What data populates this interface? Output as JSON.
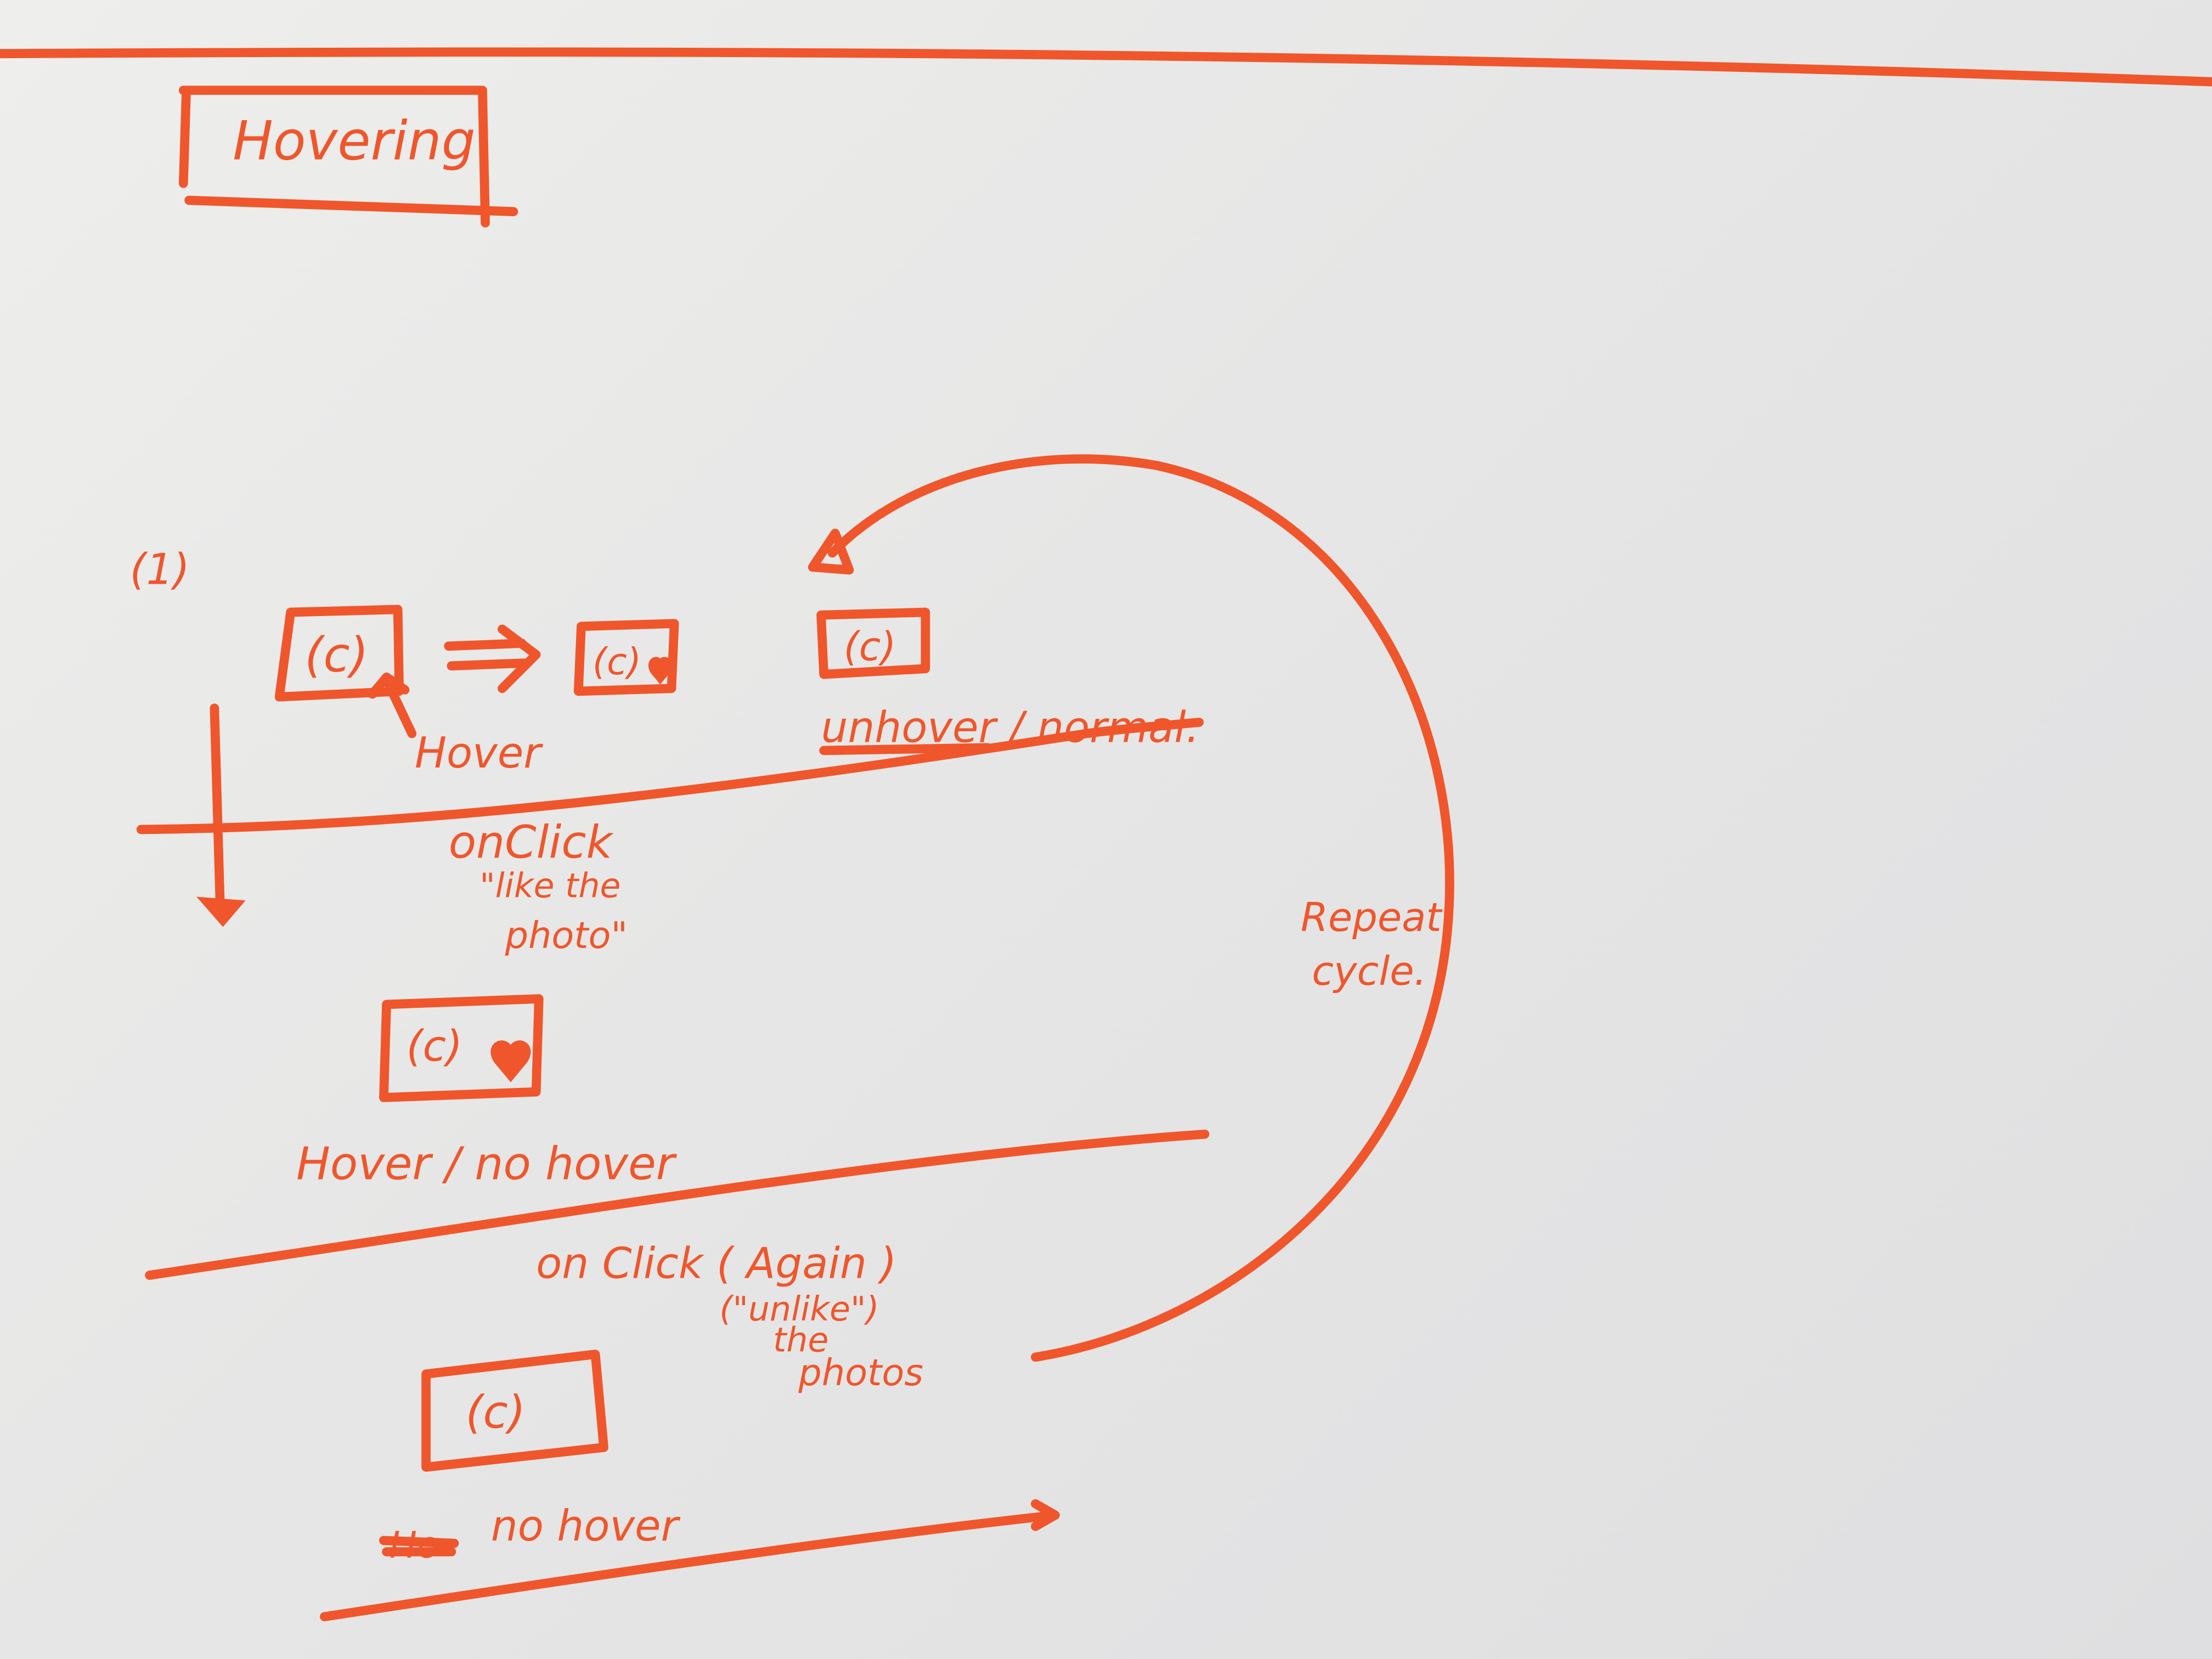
{
  "title": "Hovering",
  "step_number": "(1)",
  "states": {
    "card_label": "(c)",
    "hover_label": "Hover",
    "unhover_label": "unhover / normal.",
    "onclick_label": "onClick",
    "like_line1": "\"like the",
    "like_line2": "photo\"",
    "liked_state_label": "Hover / no hover",
    "onclick_again_label": "on Click ( Again )",
    "unlike_line1": "(\"unlike\")",
    "unlike_line2": "the",
    "unlike_line3": "photos",
    "scratched_label": "Ho",
    "final_state_label": "no hover",
    "repeat_line1": "Repeat",
    "repeat_line2": "cycle."
  },
  "colors": {
    "ink": "#f0562c",
    "paper": "#e8e8e7"
  },
  "icons": [
    "heart-icon",
    "arrow-right-icon",
    "arrow-down-icon",
    "cycle-arrow-icon",
    "cursor-arrow-icon"
  ]
}
